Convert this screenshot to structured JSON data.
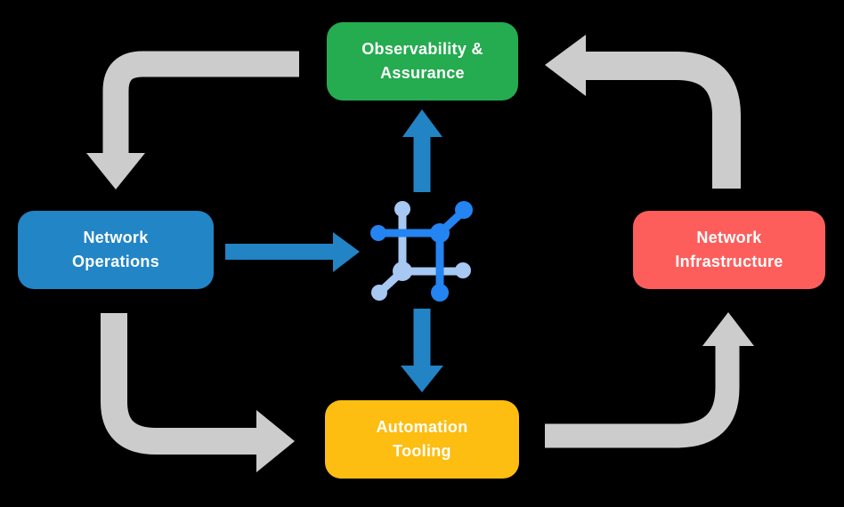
{
  "diagram": {
    "background_color": "#000000",
    "nodes": [
      {
        "id": "observability-assurance",
        "label": "Observability &\nAssurance",
        "color": "#25AB50"
      },
      {
        "id": "network-operations",
        "label": "Network\nOperations",
        "color": "#2285C6"
      },
      {
        "id": "network-infrastructure",
        "label": "Network\nInfrastructure",
        "color": "#FD5E5C"
      },
      {
        "id": "automation-tooling",
        "label": "Automation\nTooling",
        "color": "#FDBD11"
      }
    ],
    "hub_icon": {
      "name": "network-hub-icon",
      "dark_blue": "#2384F2",
      "light_blue": "#A6C8F2"
    },
    "flows": [
      {
        "from": "observability-assurance",
        "to": "network-operations",
        "style": "gray-cycle"
      },
      {
        "from": "network-operations",
        "to": "automation-tooling",
        "style": "gray-cycle"
      },
      {
        "from": "automation-tooling",
        "to": "network-infrastructure",
        "style": "gray-cycle"
      },
      {
        "from": "network-infrastructure",
        "to": "observability-assurance",
        "style": "gray-cycle"
      },
      {
        "from": "network-operations",
        "to": "hub",
        "style": "blue"
      },
      {
        "from": "hub",
        "to": "observability-assurance",
        "style": "blue"
      },
      {
        "from": "hub",
        "to": "automation-tooling",
        "style": "blue"
      }
    ],
    "colors": {
      "gray_arrow": "#CCCCCC",
      "blue_arrow": "#2283C5",
      "text": "#FFFFFF"
    }
  }
}
